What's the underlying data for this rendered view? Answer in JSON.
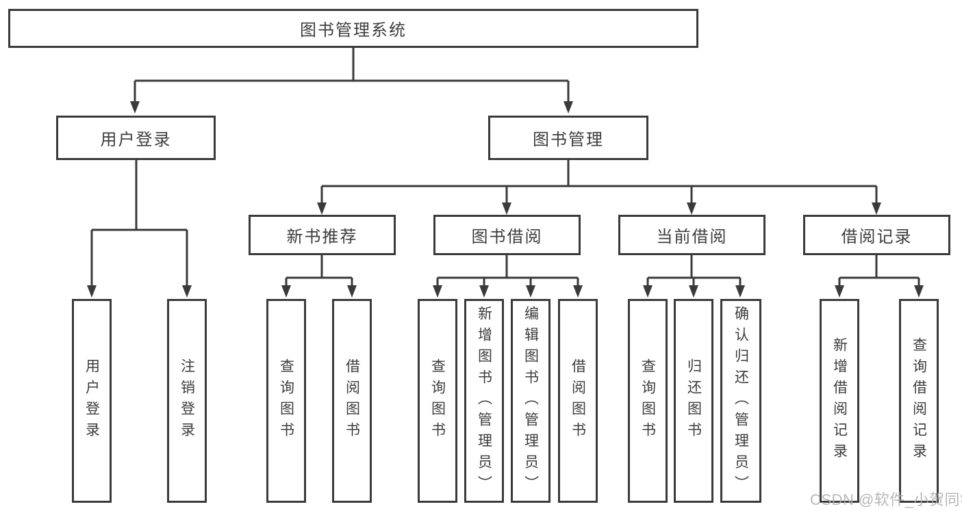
{
  "tree": {
    "root": "图书管理系统",
    "level2": [
      {
        "label": "用户登录"
      },
      {
        "label": "图书管理"
      }
    ],
    "level3": [
      {
        "label": "新书推荐"
      },
      {
        "label": "图书借阅"
      },
      {
        "label": "当前借阅"
      },
      {
        "label": "借阅记录"
      }
    ],
    "leaves": {
      "login": [
        "用户登录",
        "注销登录"
      ],
      "recommend": [
        "查询图书",
        "借阅图书"
      ],
      "borrow": [
        "查询图书",
        "新增图书（管理员）",
        "编辑图书（管理员）",
        "借阅图书"
      ],
      "current": [
        "查询图书",
        "归还图书",
        "确认归还（管理员）"
      ],
      "records": [
        "新增借阅记录",
        "查询借阅记录"
      ]
    }
  },
  "watermark": "CSDN @软件_小贺同学",
  "colors": {
    "line": "#3a3a3a",
    "text": "#3c3c3c",
    "watermark": "#b0b0b0",
    "background": "#ffffff"
  }
}
